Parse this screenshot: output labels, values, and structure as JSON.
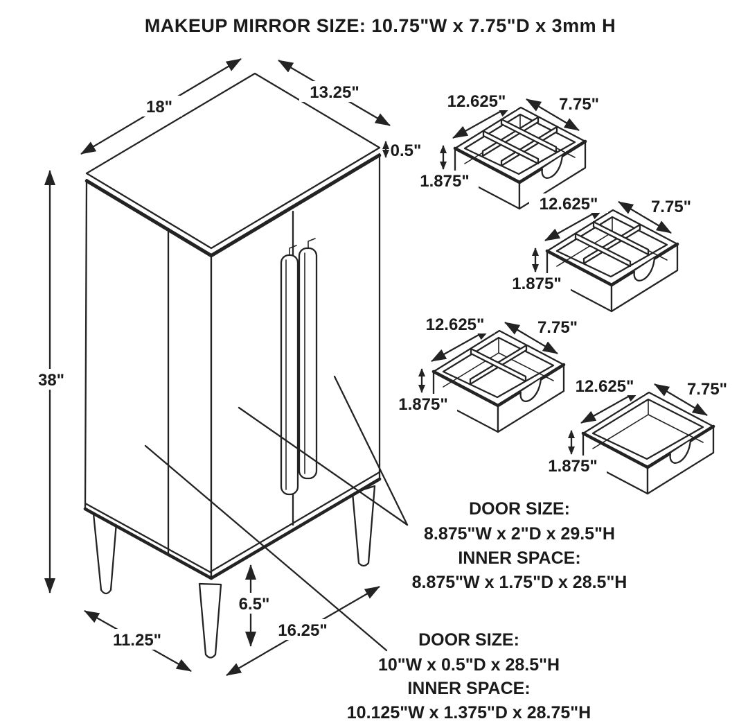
{
  "title": "MAKEUP MIRROR SIZE: 10.75\"W x 7.75\"D x 3mm H",
  "cabinet": {
    "width_label": "18\"",
    "depth_label": "13.25\"",
    "top_thickness_label": "0.5\"",
    "height_label": "38\"",
    "foot_depth_label": "11.25\"",
    "leg_height_label": "6.5\"",
    "foot_width_label": "16.25\""
  },
  "drawer_dims": {
    "width_label": "12.625\"",
    "depth_label": "7.75\"",
    "height_label": "1.875\""
  },
  "annotations": [
    {
      "heading": "DOOR SIZE:",
      "size": "8.875\"W x 2\"D x 29.5\"H",
      "inner_heading": "INNER SPACE:",
      "inner_size": "8.875\"W x 1.75\"D x 28.5\"H"
    },
    {
      "heading": "DOOR SIZE:",
      "size": "10\"W x 0.5\"D x 28.5\"H",
      "inner_heading": "INNER SPACE:",
      "inner_size": "10.125\"W x 1.375\"D x 28.75\"H"
    }
  ],
  "colors": {
    "line": "#232323",
    "background": "#ffffff",
    "text": "#1a1a1a"
  }
}
